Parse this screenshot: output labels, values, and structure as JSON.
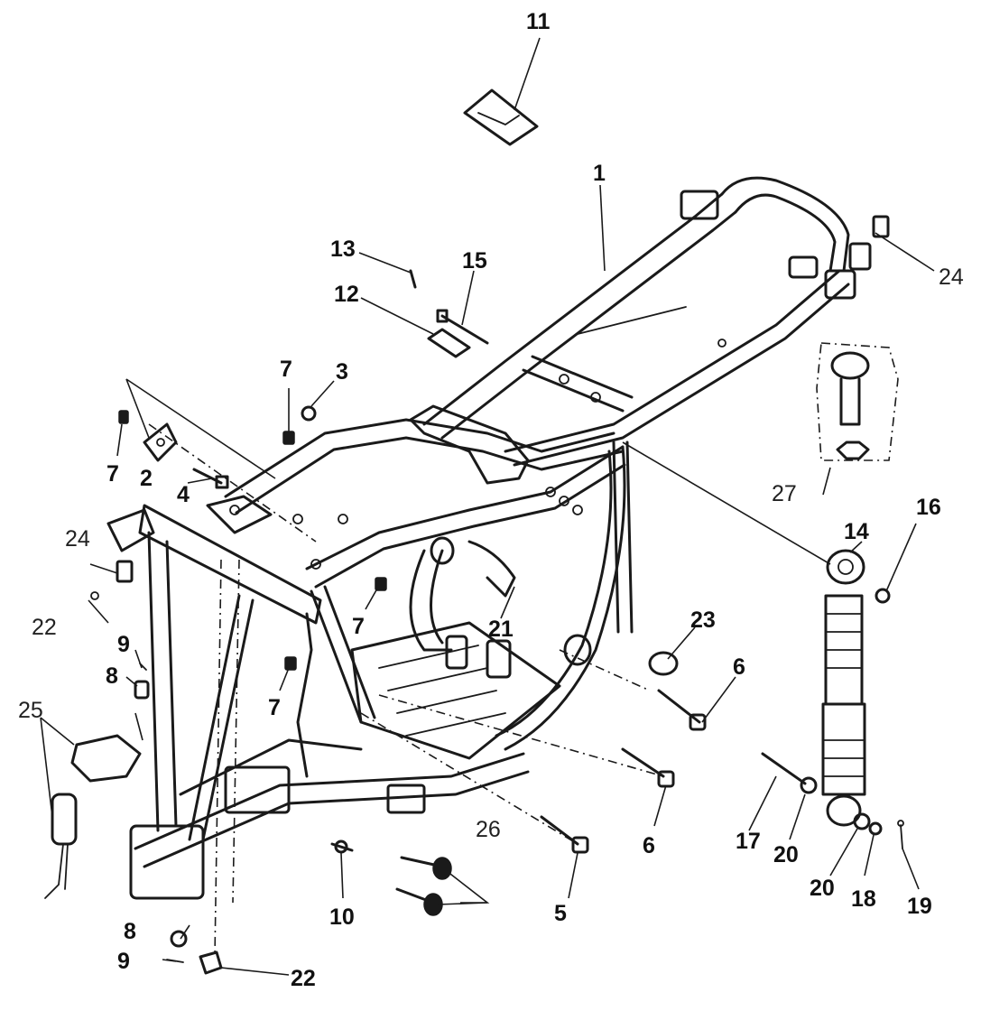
{
  "callouts": {
    "c1": "1",
    "c2": "2",
    "c3": "3",
    "c4": "4",
    "c5": "5",
    "c6a": "6",
    "c6b": "6",
    "c7a": "7",
    "c7b": "7",
    "c7c": "7",
    "c7d": "7",
    "c8a": "8",
    "c8b": "8",
    "c9a": "9",
    "c9b": "9",
    "c10": "10",
    "c11": "11",
    "c12": "12",
    "c13": "13",
    "c14": "14",
    "c15": "15",
    "c16": "16",
    "c17": "17",
    "c18": "18",
    "c19": "19",
    "c20a": "20",
    "c20b": "20",
    "c21": "21",
    "c22a": "22",
    "c22b": "22",
    "c23": "23",
    "c24a": "24",
    "c24b": "24",
    "c25": "25",
    "c26": "26",
    "c27": "27"
  }
}
